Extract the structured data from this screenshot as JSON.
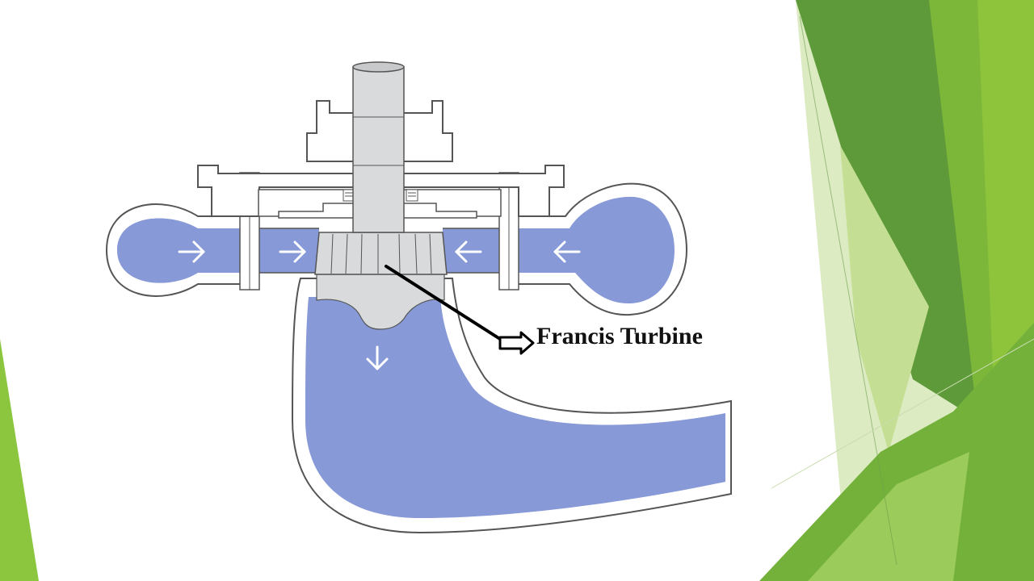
{
  "diagram": {
    "label": "Francis Turbine",
    "colors": {
      "water": "#8799d6",
      "casing_fill": "#ffffff",
      "casing_stroke": "#555555",
      "metal": "#d9dadc",
      "arrow": "#ffffff",
      "pointer": "#000000"
    },
    "flow_arrows": [
      "right",
      "right",
      "left",
      "left",
      "down"
    ]
  },
  "theme": {
    "accent_dark": "#5f9a3a",
    "accent_mid": "#7cb73a",
    "accent_light": "#a9d26a",
    "accent_pale": "#d6e9b3"
  }
}
